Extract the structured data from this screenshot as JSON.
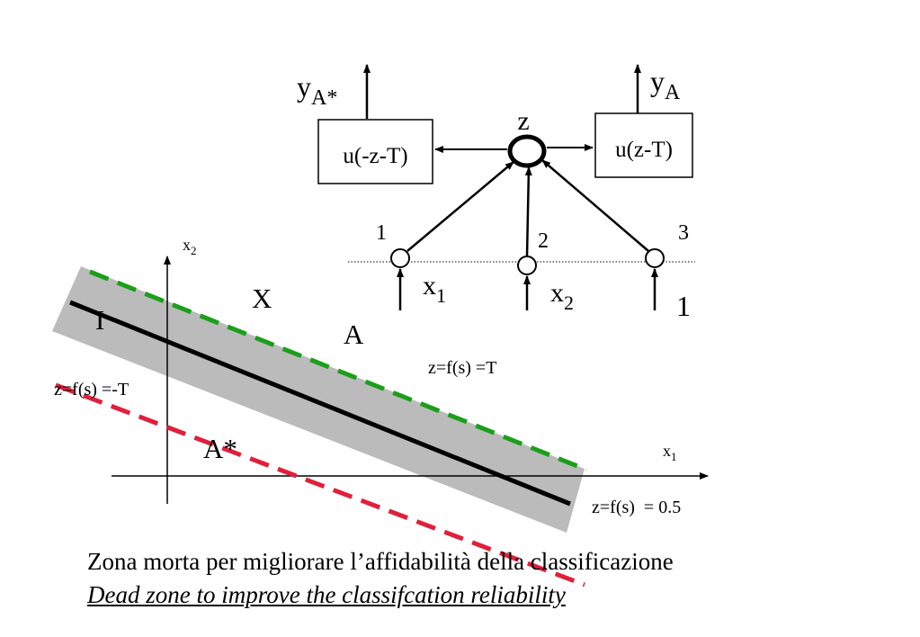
{
  "colors": {
    "dead_zone": "#bbbbbb",
    "line_upper": "#1a9f1a",
    "line_lower": "#e0203a",
    "ink": "#000000"
  },
  "network": {
    "output_left": {
      "var": "y",
      "sub": "A*"
    },
    "output_right": {
      "var": "y",
      "sub": "A"
    },
    "block_left": "u(-z-T)",
    "block_right": "u(z-T)",
    "neuron_label": "z",
    "input_indices": [
      "1",
      "2",
      "3"
    ],
    "inputs": [
      {
        "var": "x",
        "sub": "1"
      },
      {
        "var": "x",
        "sub": "2"
      },
      {
        "var": "1",
        "sub": ""
      }
    ]
  },
  "plot": {
    "x_axis": {
      "var": "x",
      "sub": "1"
    },
    "y_axis": {
      "var": "x",
      "sub": "2"
    },
    "region_x": "X",
    "region_i": "I",
    "region_a": "A",
    "region_astar": "A*",
    "label_upper": "z=f(s) =T",
    "label_lower": "z=f(s) =-T",
    "label_mid": "z=f(s)  = 0.5"
  },
  "caption": {
    "italian": "Zona morta per migliorare l’affidabilità della classificazione",
    "english": "Dead zone to improve the classifcation reliability"
  }
}
